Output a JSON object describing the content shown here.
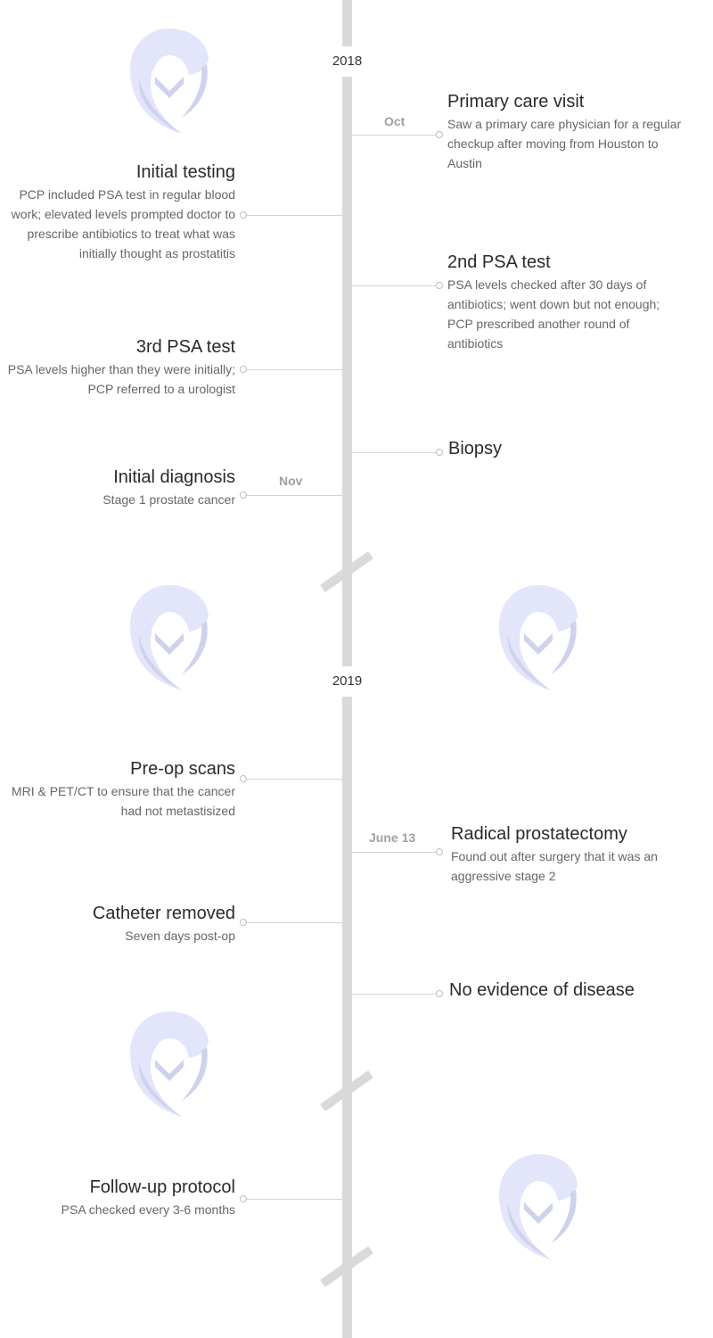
{
  "timeline": {
    "years": [
      "2018",
      "2019"
    ],
    "dates": {
      "oct": "Oct",
      "nov": "Nov",
      "june13": "June 13"
    },
    "events": [
      {
        "title": "Primary care visit",
        "description": "Saw a primary care physician for a regular checkup after moving from Houston to Austin"
      },
      {
        "title": "Initial testing",
        "description": "PCP included PSA test in regular blood work; elevated levels prompted doctor to prescribe antibiotics to treat what was initially thought as prostatitis"
      },
      {
        "title": "2nd PSA test",
        "description": "PSA levels checked after 30 days of antibiotics; went down but not enough; PCP prescribed another round of antibiotics"
      },
      {
        "title": "3rd PSA test",
        "description": "PSA levels higher than they were initially; PCP referred to a urologist"
      },
      {
        "title": "Biopsy",
        "description": ""
      },
      {
        "title": "Initial diagnosis",
        "description": "Stage 1 prostate cancer"
      },
      {
        "title": "Pre-op scans",
        "description": "MRI & PET/CT to ensure that the cancer had not metastisized"
      },
      {
        "title": "Radical prostatectomy",
        "description": "Found out after surgery that it was an aggressive stage 2"
      },
      {
        "title": "Catheter removed",
        "description": "Seven days post-op"
      },
      {
        "title": "No evidence of disease",
        "description": ""
      },
      {
        "title": "Follow-up protocol",
        "description": "PSA checked every 3-6 months"
      }
    ]
  },
  "colors": {
    "spine": "#d9d9d9",
    "logo_light": "#e3e5fb",
    "logo_dark": "#cfd2ec"
  },
  "icons": {
    "logo": "heart-speech-bubble-icon"
  }
}
